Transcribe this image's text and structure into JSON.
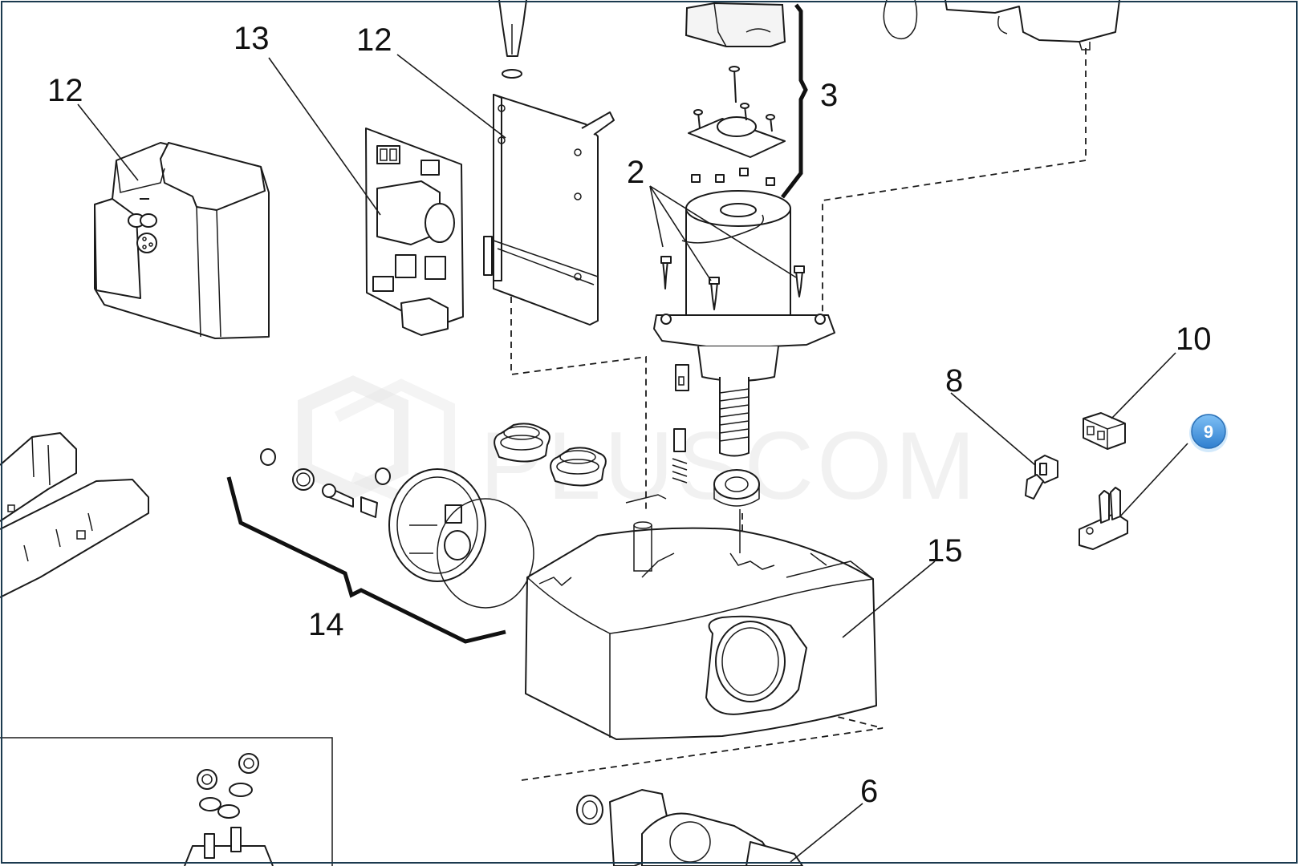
{
  "watermark": {
    "text": "PLUSCOM"
  },
  "callouts": {
    "c2": "2",
    "c3": "3",
    "c6": "6",
    "c8": "8",
    "c9": "9",
    "c10": "10",
    "c12_left": "12",
    "c12_right": "12",
    "c13": "13",
    "c14": "14",
    "c15": "15"
  },
  "colors": {
    "badge": "#3d8fd9",
    "line": "#1a1a1a",
    "frame": "#1b3a4f",
    "watermark": "#e6e6e6"
  }
}
